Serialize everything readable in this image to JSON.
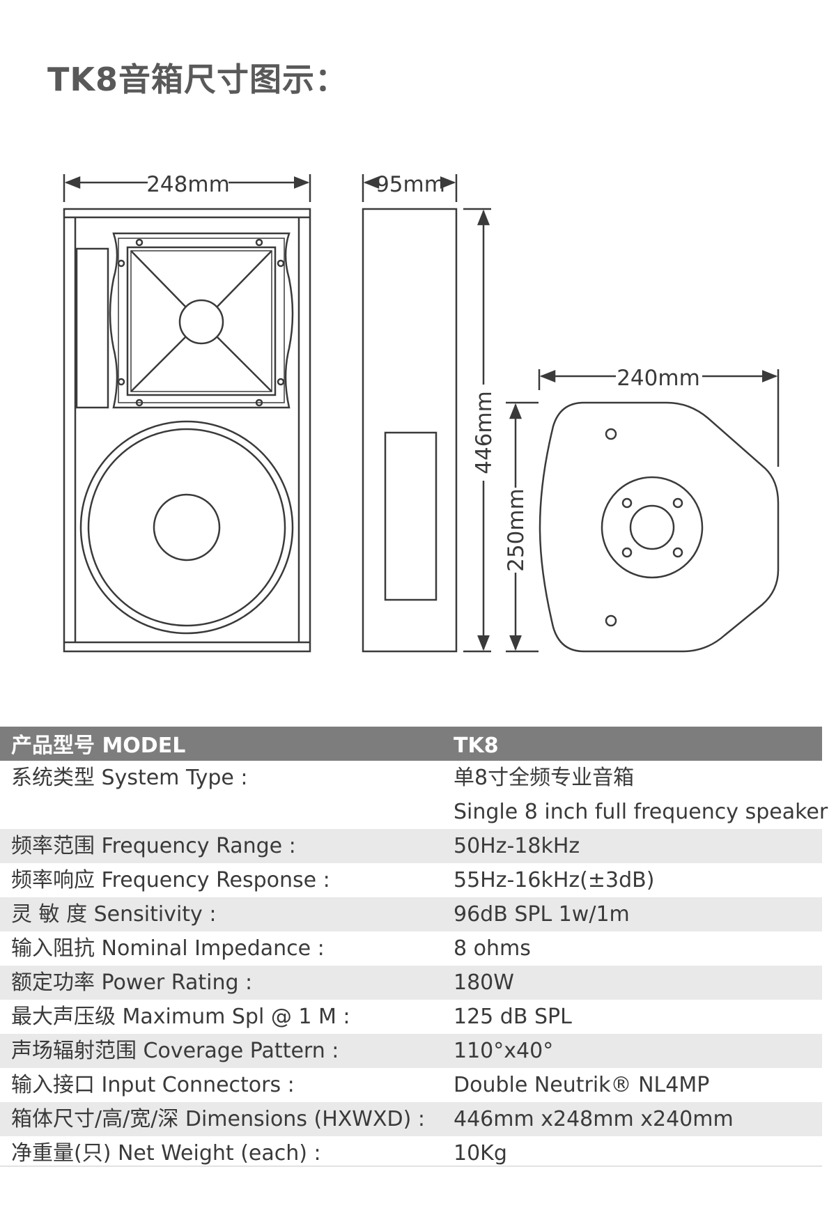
{
  "title": "TK8音箱尺寸图示：",
  "dimensions": {
    "front_width": "248mm",
    "side_depth": "95mm",
    "height": "446mm",
    "bottom_width": "240mm",
    "bottom_depth": "250mm"
  },
  "specs": {
    "header": {
      "label": "产品型号 MODEL",
      "value": "TK8"
    },
    "rows": [
      {
        "label": "系统类型 System Type :",
        "value": "单8寸全频专业音箱",
        "value2": "Single 8 inch full frequency speaker"
      },
      {
        "label": "频率范围 Frequency Range :",
        "value": "50Hz-18kHz"
      },
      {
        "label": "频率响应 Frequency Response :",
        "value": "55Hz-16kHz(±3dB)"
      },
      {
        "label": "灵 敏 度 Sensitivity :",
        "value": "96dB SPL 1w/1m"
      },
      {
        "label": "输入阻抗 Nominal Impedance :",
        "value": "8 ohms"
      },
      {
        "label": "额定功率 Power Rating :",
        "value": "180W"
      },
      {
        "label": "最大声压级 Maximum Spl @ 1 M :",
        "value": "125 dB SPL"
      },
      {
        "label": "声场辐射范围 Coverage Pattern :",
        "value": "110°x40°"
      },
      {
        "label": "输入接口 Input Connectors :",
        "value": "Double Neutrik® NL4MP"
      },
      {
        "label": "箱体尺寸/高/宽/深 Dimensions (HXWXD) :",
        "value": "446mm x248mm x240mm"
      },
      {
        "label": "净重量(只) Net Weight (each) :",
        "value": "10Kg"
      }
    ]
  },
  "colors": {
    "header_bg": "#7d7d7d",
    "shade_bg": "#e9e9e9",
    "line": "#3a3a3a"
  }
}
